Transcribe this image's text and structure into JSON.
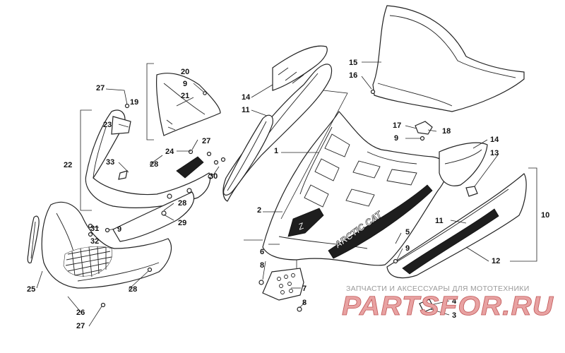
{
  "diagram": {
    "callouts": {
      "n1": "1",
      "n2": "2",
      "n3": "3",
      "n4": "4",
      "n5": "5",
      "n6": "6",
      "n7": "7",
      "n8a": "8",
      "n8b": "8",
      "n9a": "9",
      "n9b": "9",
      "n9c": "9",
      "n9d": "9",
      "n10": "10",
      "n11a": "11",
      "n11b": "11",
      "n12": "12",
      "n13": "13",
      "n14a": "14",
      "n14b": "14",
      "n15": "15",
      "n16": "16",
      "n17": "17",
      "n18": "18",
      "n19": "19",
      "n20": "20",
      "n21": "21",
      "n22": "22",
      "n23": "23",
      "n24": "24",
      "n25": "25",
      "n26": "26",
      "n27a": "27",
      "n27b": "27",
      "n27c": "27",
      "n28a": "28",
      "n28b": "28",
      "n28c": "28",
      "n29": "29",
      "n30": "30",
      "n31": "31",
      "n32": "32",
      "n33": "33"
    },
    "decal_text": "ARCTIC CAT",
    "decal_letters": "Z",
    "watermark": {
      "subtitle": "ЗАПЧАСТИ И АКСЕССУАРЫ ДЛЯ МОТОТЕХНИКИ",
      "brand": "PARTSFOR.RU"
    }
  }
}
